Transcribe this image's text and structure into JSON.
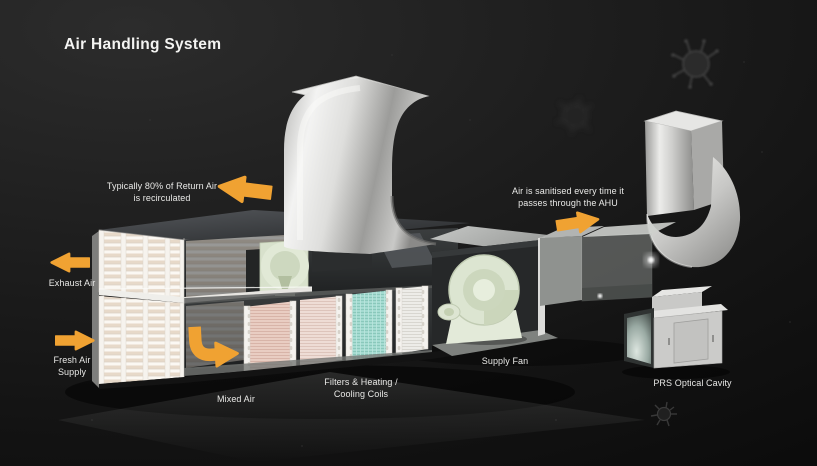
{
  "title": "Air Handling System",
  "colors": {
    "accent": "#F0A232",
    "background": "#1a1a1a",
    "label_text": "#e9e9e7"
  },
  "annotations": {
    "recirculated": {
      "line1": "Typically 80% of Return Air",
      "line2": "is recirculated"
    },
    "exhaust_air": {
      "label": "Exhaust Air"
    },
    "fresh_air": {
      "line1": "Fresh Air",
      "line2": "Supply"
    },
    "mixed_air": {
      "label": "Mixed Air"
    },
    "filters_coils": {
      "line1": "Filters & Heating /",
      "line2": "Cooling Coils"
    },
    "supply_fan": {
      "label": "Supply Fan"
    },
    "sanitised": {
      "line1": "Air is sanitised every time it",
      "line2": "passes through the AHU"
    },
    "prs_optical_cavity": {
      "label": "PRS Optical Cavity"
    }
  }
}
